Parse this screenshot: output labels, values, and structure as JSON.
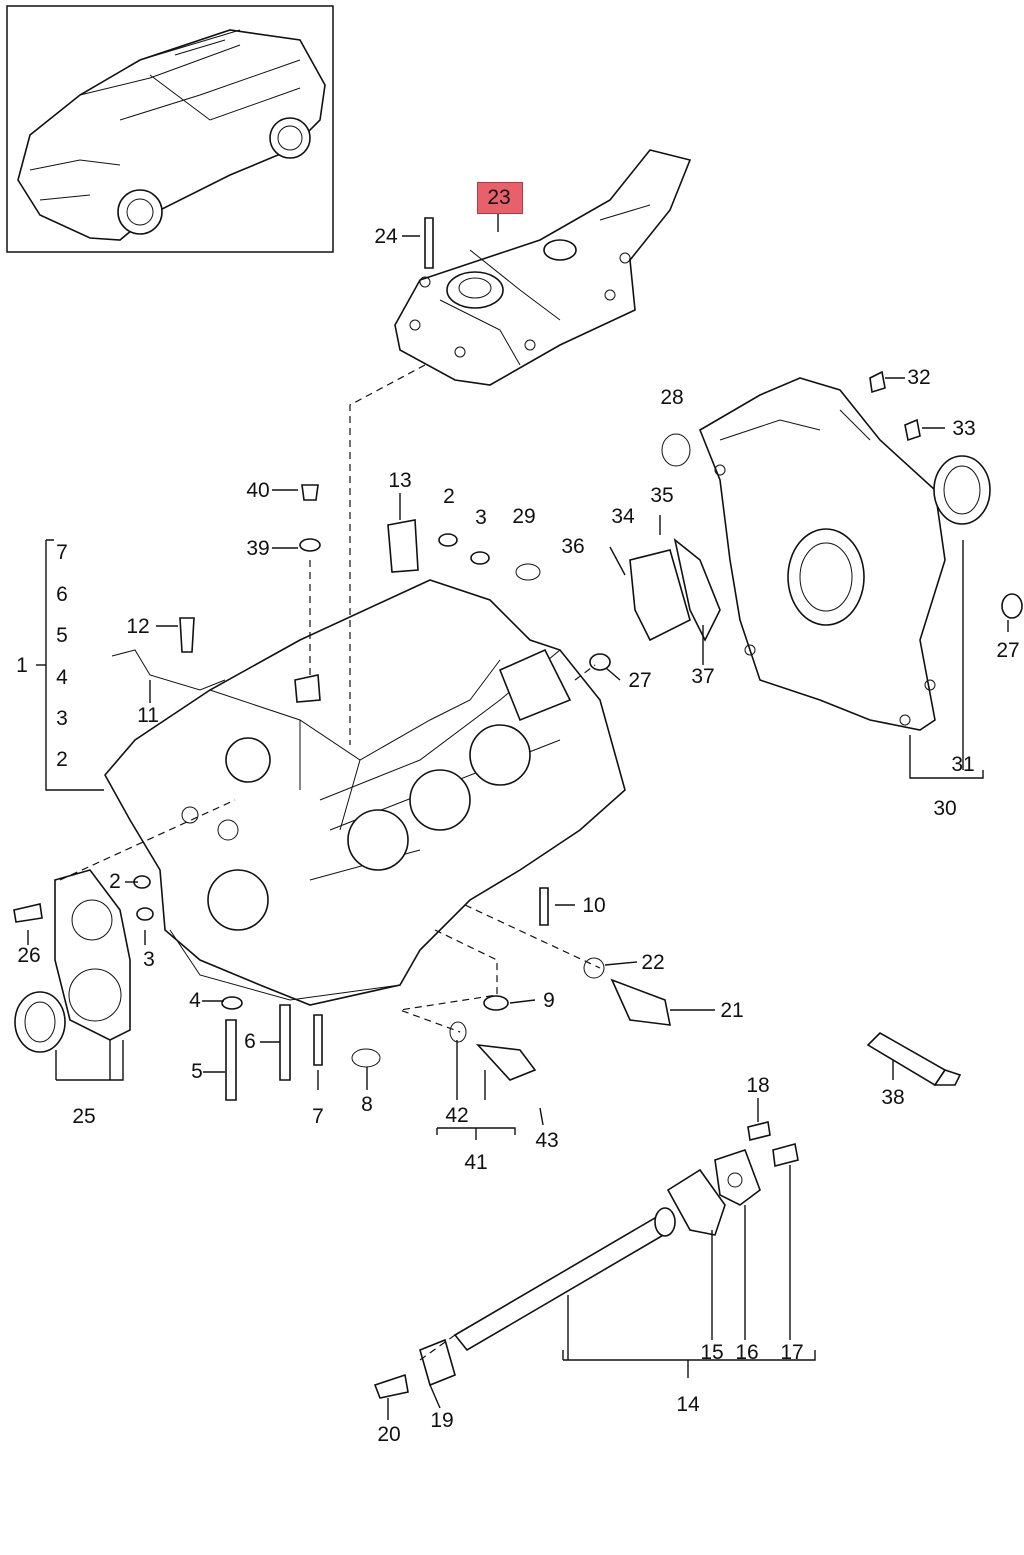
{
  "highlight_color": "#e8606a",
  "highlighted_part": "23",
  "labels": {
    "l1": "1",
    "l2a": "2",
    "l2b": "2",
    "l2c": "2",
    "l3a": "3",
    "l3b": "3",
    "l3c": "3",
    "l4a": "4",
    "l4b": "4",
    "l5a": "5",
    "l5b": "5",
    "l6a": "6",
    "l6b": "6",
    "l7a": "7",
    "l7b": "7",
    "l8": "8",
    "l9": "9",
    "l10": "10",
    "l11": "11",
    "l12": "12",
    "l13": "13",
    "l14": "14",
    "l15": "15",
    "l16": "16",
    "l17": "17",
    "l18": "18",
    "l19": "19",
    "l20": "20",
    "l21": "21",
    "l22": "22",
    "l23": "23",
    "l24": "24",
    "l25": "25",
    "l26": "26",
    "l27a": "27",
    "l27b": "27",
    "l28": "28",
    "l29": "29",
    "l30": "30",
    "l31": "31",
    "l32": "32",
    "l33": "33",
    "l34": "34",
    "l35": "35",
    "l36": "36",
    "l37": "37",
    "l38": "38",
    "l39": "39",
    "l40": "40",
    "l41": "41",
    "l42": "42",
    "l43": "43"
  }
}
